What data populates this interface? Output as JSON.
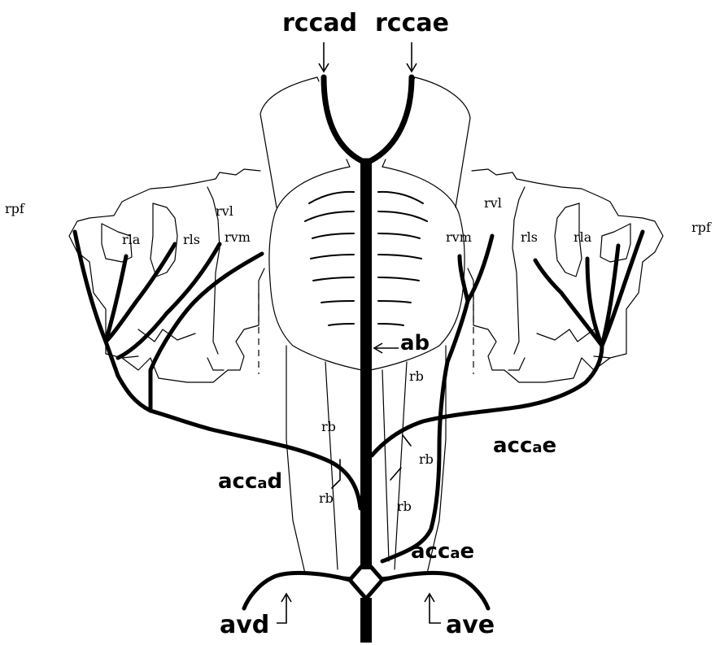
{
  "labels": {
    "rccad": "rccad",
    "rccae": "rccae",
    "rpf_left": "rpf",
    "rpf_right": "rpf",
    "rvl_left": "rvl",
    "rvl_right": "rvl",
    "rvm_left": "rvm",
    "rvm_right": "rvm",
    "rla_left": "rla",
    "rla_right": "rla",
    "rls_left": "rls",
    "rls_right": "rls",
    "ab": "ab",
    "rb_1": "rb",
    "rb_2": "rb",
    "rb_3": "rb",
    "rb_4": "rb",
    "rb_5": "rb",
    "accad_main": "acc",
    "accad_sub": "a",
    "accad_end": "d",
    "accae_upper_main": "acc",
    "accae_upper_sub": "a",
    "accae_upper_end": "e",
    "accae_lower_main": "acc",
    "accae_lower_sub": "a",
    "accae_lower_end": "e",
    "avd": "avd",
    "ave": "ave"
  }
}
